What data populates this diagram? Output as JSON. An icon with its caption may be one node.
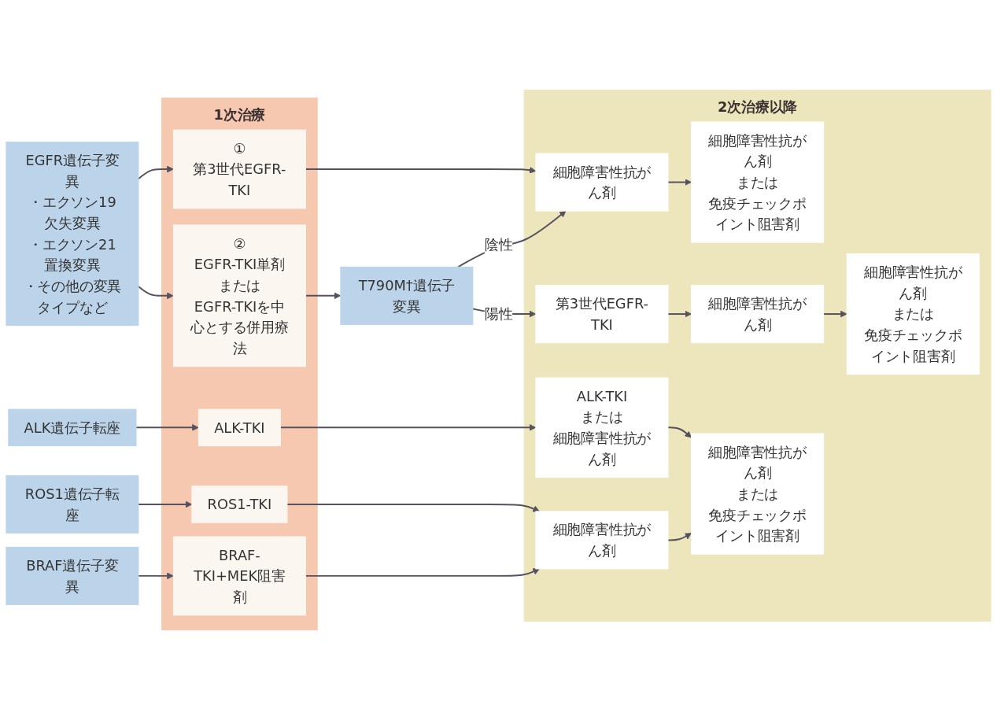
{
  "diagram": {
    "nodes": [
      {
        "text": [
          "EGFR遺伝子変異",
          "・エクソン19欠失変異",
          "・エクソン21置換変異",
          "・その他の変異タイプなど"
        ]
      },
      {
        "text": [
          "ALK遺伝子転座"
        ]
      },
      {
        "text": [
          "ROS1遺伝子転座"
        ]
      },
      {
        "text": [
          "BRAF遺伝子変異"
        ]
      },
      {
        "text": [
          "1次治療"
        ]
      },
      {
        "text": [
          "①",
          "第3世代EGFR-TKI"
        ],
        "in": 4
      },
      {
        "text": [
          "②",
          "EGFR-TKI単剤",
          "または",
          "EGFR-TKIを中心とする併用療法"
        ],
        "in": 4
      },
      {
        "text": [
          "ALK-TKI"
        ],
        "in": 4
      },
      {
        "text": [
          "ROS1-TKI"
        ],
        "in": 4
      },
      {
        "text": [
          "BRAF-TKI+MEK阻害剤"
        ],
        "in": 4
      },
      {
        "text": [
          "T790M†遺伝子変異"
        ]
      },
      {
        "text": [
          "2次治療以降"
        ]
      },
      {
        "text": [
          "細胞障害性抗がん剤"
        ],
        "in": 11
      },
      {
        "text": [
          "細胞障害性抗がん剤",
          "または",
          "免疫チェックポイント阻害剤"
        ],
        "in": 11
      },
      {
        "text": [
          "第3世代EGFR-TKI"
        ],
        "in": 11
      },
      {
        "text": [
          "細胞障害性抗がん剤"
        ],
        "in": 11
      },
      {
        "text": [
          "細胞障害性抗がん剤",
          "または",
          "免疫チェックポイント阻害剤"
        ],
        "in": 11
      },
      {
        "text": [
          "ALK-TKI",
          "または",
          "細胞障害性抗がん剤"
        ],
        "in": 11
      },
      {
        "text": [
          "細胞障害性抗がん剤"
        ],
        "in": 11
      },
      {
        "text": [
          "細胞障害性抗がん剤",
          "または",
          "免疫チェックポイント阻害剤"
        ],
        "in": 11
      }
    ],
    "edges": [
      {
        "from": 0,
        "to": 5,
        "arrow": "to"
      },
      {
        "from": 0,
        "to": 6,
        "arrow": "to"
      },
      {
        "from": 1,
        "to": 7,
        "arrow": "to"
      },
      {
        "from": 2,
        "to": 8,
        "arrow": "to"
      },
      {
        "from": 3,
        "to": 9,
        "arrow": "to"
      },
      {
        "from": 5,
        "to": 12,
        "arrow": "to"
      },
      {
        "from": 6,
        "to": 10,
        "arrow": "to"
      },
      {
        "from": 10,
        "to": 12,
        "arrow": "to",
        "label": "陰性"
      },
      {
        "from": 10,
        "to": 14,
        "arrow": "to",
        "label": "陽性"
      },
      {
        "from": 12,
        "to": 13,
        "arrow": "to"
      },
      {
        "from": 14,
        "to": 15,
        "arrow": "to"
      },
      {
        "from": 15,
        "to": 16,
        "arrow": "to"
      },
      {
        "from": 7,
        "to": 17,
        "arrow": "to"
      },
      {
        "from": 8,
        "to": 18,
        "arrow": "to"
      },
      {
        "from": 9,
        "to": 18,
        "arrow": "to"
      },
      {
        "from": 17,
        "to": 19,
        "arrow": "to"
      },
      {
        "from": 18,
        "to": 19,
        "arrow": "to"
      }
    ]
  }
}
